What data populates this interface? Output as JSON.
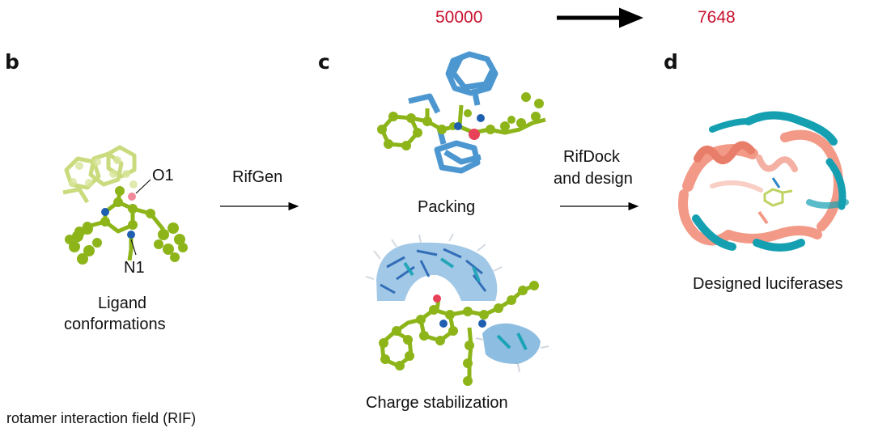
{
  "counts": {
    "left": "50000",
    "right": "7648"
  },
  "panels": {
    "b": "b",
    "c": "c",
    "d": "d"
  },
  "atoms": {
    "o1": "O1",
    "n1": "N1"
  },
  "steps": {
    "rifgen": "RifGen",
    "rifdock_line1": "RifDock",
    "rifdock_line2": "and design"
  },
  "labels": {
    "ligand_line1": "Ligand",
    "ligand_line2": "conformations",
    "packing": "Packing",
    "charge": "Charge stabilization",
    "designed": "Designed luciferases"
  },
  "caption": "rotamer interaction field (RIF)",
  "colors": {
    "ligand": "#8db51a",
    "residue": "#2f86c8",
    "oxygen": "#e8425a",
    "nitrogen": "#1f5fb0",
    "helix": "#f29a87",
    "strand": "#1aa3b5",
    "count": "#c8102e"
  }
}
